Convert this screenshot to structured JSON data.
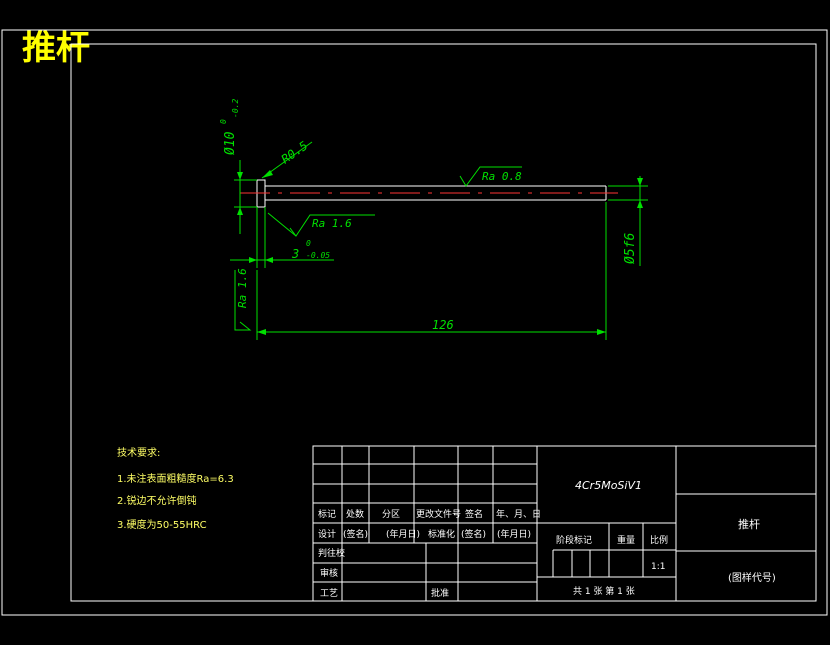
{
  "title": "推杆",
  "drawing": {
    "dim_head_diameter": "Ø10",
    "dim_head_tol_upper": "0",
    "dim_head_tol_lower": "-0.2",
    "dim_radius": "R0.5",
    "dim_head_length": "3",
    "dim_head_length_tol_upper": "0",
    "dim_head_length_tol_lower": "-0.05",
    "dim_shaft_diameter": "Ø5f6",
    "dim_length": "126",
    "roughness_shaft": "Ra 0.8",
    "roughness_head": "Ra 1.6",
    "roughness_face": "Ra 1.6"
  },
  "tech_requirements": {
    "heading": "技术要求:",
    "items": [
      "1.未注表面粗糙度Ra=6.3",
      "2.锐边不允许倒钝",
      "3.硬度为50-55HRC"
    ]
  },
  "title_block": {
    "material": "4Cr5MoSiV1",
    "part_name": "推杆",
    "drawing_code": "(图样代号)",
    "header_row": [
      "标记",
      "处数",
      "分区",
      "更改文件号",
      "签名",
      "年、月、日"
    ],
    "design_row": [
      "设计",
      "(签名)",
      "(年月日)",
      "标准化",
      "(签名)",
      "(年月日)"
    ],
    "proofread": "判往校",
    "review": "审核",
    "process": "工艺",
    "approve": "批准",
    "stage_mark": "阶段标记",
    "weight": "重量",
    "scale_label": "比例",
    "scale_value": "1:1",
    "sheets": "共 1 张   第 1 张"
  }
}
